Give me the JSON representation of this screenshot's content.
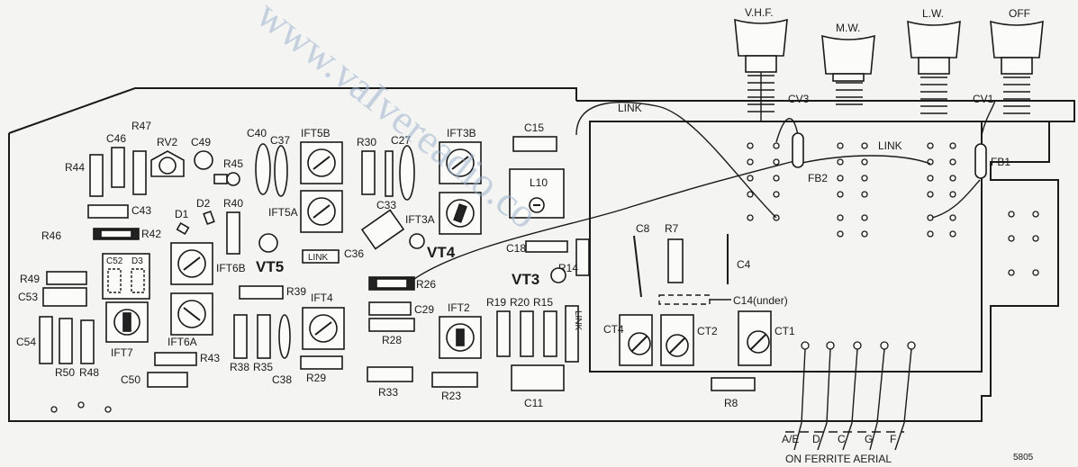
{
  "switch_labels": {
    "vhf": "V.H.F.",
    "mw": "M.W.",
    "lw": "L.W.",
    "off": "OFF"
  },
  "link_label": "LINK",
  "footer": {
    "on_ferrite_aerial": "ON FERRITE AERIAL",
    "code": "5805"
  },
  "aerial_pins": {
    "ae": "A/E",
    "d": "D",
    "c": "C",
    "g": "G",
    "f": "F"
  },
  "watermark": "www.vaIvereadio.co",
  "transistors": {
    "vt3": "VT3",
    "vt4": "VT4",
    "vt5": "VT5"
  },
  "labels": {
    "r47": "R47",
    "c46": "C46",
    "rv2": "RV2",
    "c49": "C49",
    "r44": "R44",
    "r45": "R45",
    "c43": "C43",
    "d1": "D1",
    "d2": "D2",
    "r40": "R40",
    "r46": "R46",
    "r42": "R42",
    "c52": "C52",
    "d3": "D3",
    "r49": "R49",
    "c53": "C53",
    "ift6b": "IFT6B",
    "ift6a": "IFT6A",
    "ift7": "IFT7",
    "c54": "C54",
    "r50": "R50",
    "r48": "R48",
    "c50": "C50",
    "r43": "R43",
    "c40": "C40",
    "c37": "C37",
    "ift5b": "IFT5B",
    "ift5a": "IFT5A",
    "link_box": "LINK",
    "r39": "R39",
    "ift4": "IFT4",
    "r38": "R38",
    "r35": "R35",
    "c38": "C38",
    "r29": "R29",
    "r30": "R30",
    "c27": "C27",
    "c33": "C33",
    "c36": "C36",
    "ift3b": "IFT3B",
    "ift3a": "IFT3A",
    "c15": "C15",
    "l10": "L10",
    "c18": "C18",
    "r14": "R14",
    "r26": "R26",
    "c29": "C29",
    "r28": "R28",
    "r33": "R33",
    "ift2": "IFT2",
    "r19": "R19",
    "r20": "R20",
    "r15": "R15",
    "link_v": "LINK",
    "r23": "R23",
    "c11": "C11",
    "c8": "C8",
    "r7": "R7",
    "c4": "C4",
    "c14": "C14(under)",
    "ct4": "CT4",
    "ct2": "CT2",
    "ct1": "CT1",
    "r8": "R8",
    "cv3": "CV3",
    "cv1": "CV1",
    "fb2": "FB2",
    "fb1": "FB1"
  }
}
